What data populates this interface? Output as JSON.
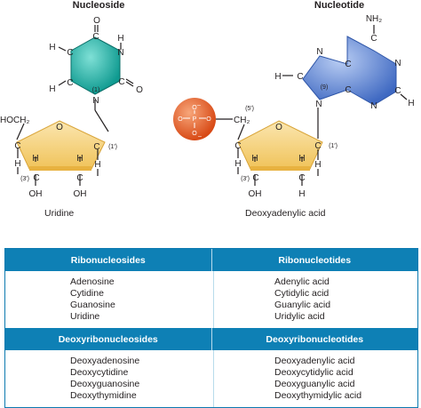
{
  "figure": {
    "nucleoside": {
      "title": "Nucleoside",
      "caption": "Uridine",
      "ring_atoms": {
        "o_top": "O",
        "n3": "N",
        "o_right": "O",
        "h_left": "H",
        "h_bottom_left": "H",
        "n1": "N",
        "c_left": "C",
        "c_bottom": "C",
        "c_top": "C",
        "c_right": "C",
        "h_n3": "H",
        "n1_label": "(1)"
      },
      "sugar": {
        "hoch2": "HOCH₂",
        "o_ring": "O",
        "c1": "C",
        "c1_label": "(1′)",
        "c3_label": "(3′)",
        "c4": "C",
        "c3": "C",
        "c2": "C",
        "h_a": "H",
        "h_b": "H",
        "h_c": "H",
        "h_d": "H",
        "oh_left": "OH",
        "oh_right": "OH"
      }
    },
    "nucleotide": {
      "title": "Nucleotide",
      "caption": "Deoxyadenylic acid",
      "phosphate": {
        "p": "P",
        "o_top": "O",
        "o_bottom": "O",
        "o_left": "O",
        "o_right": "O",
        "minus_top": "–",
        "minus_bottom": "–"
      },
      "sugar": {
        "ch2": "CH₂",
        "label5": "(5′)",
        "o_ring": "O",
        "c1": "C",
        "c1_label": "(1′)",
        "c3_label": "(3′)",
        "c4": "C",
        "c3": "C",
        "c2": "C",
        "h_a": "H",
        "h_b": "H",
        "h_c": "H",
        "h_d": "H",
        "oh": "OH",
        "h_bottom": "H"
      },
      "base": {
        "nh2": "NH₂",
        "c_top": "C",
        "n_right": "N",
        "c_right": "C",
        "n_bottom": "N",
        "c_mid": "C",
        "c_mid2": "C",
        "n_left": "N",
        "c_far": "C",
        "h_far": "H",
        "h_right": "H",
        "n9": "N",
        "n9_label": "(9)"
      }
    }
  },
  "table": {
    "header1": {
      "left": "Ribonucleosides",
      "right": "Ribonucleotides"
    },
    "group1": {
      "left": [
        "Adenosine",
        "Cytidine",
        "Guanosine",
        "Uridine"
      ],
      "right": [
        "Adenylic acid",
        "Cytidylic acid",
        "Guanylic acid",
        "Uridylic acid"
      ]
    },
    "header2": {
      "left": "Deoxyribonucleosides",
      "right": "Deoxyribonucleotides"
    },
    "group2": {
      "left": [
        "Deoxyadenosine",
        "Deoxycytidine",
        "Deoxyguanosine",
        "Deoxythymidine"
      ],
      "right": [
        "Deoxyadenylic acid",
        "Deoxycytidylic acid",
        "Deoxyguanylic acid",
        "Deoxythymidylic acid"
      ]
    }
  },
  "colors": {
    "band": "#0e80b5",
    "sugar": "#f6d27a",
    "pyrimidine": "#1fb3a8",
    "purine": "#5b86d6",
    "phosphate": "#e8632a"
  }
}
